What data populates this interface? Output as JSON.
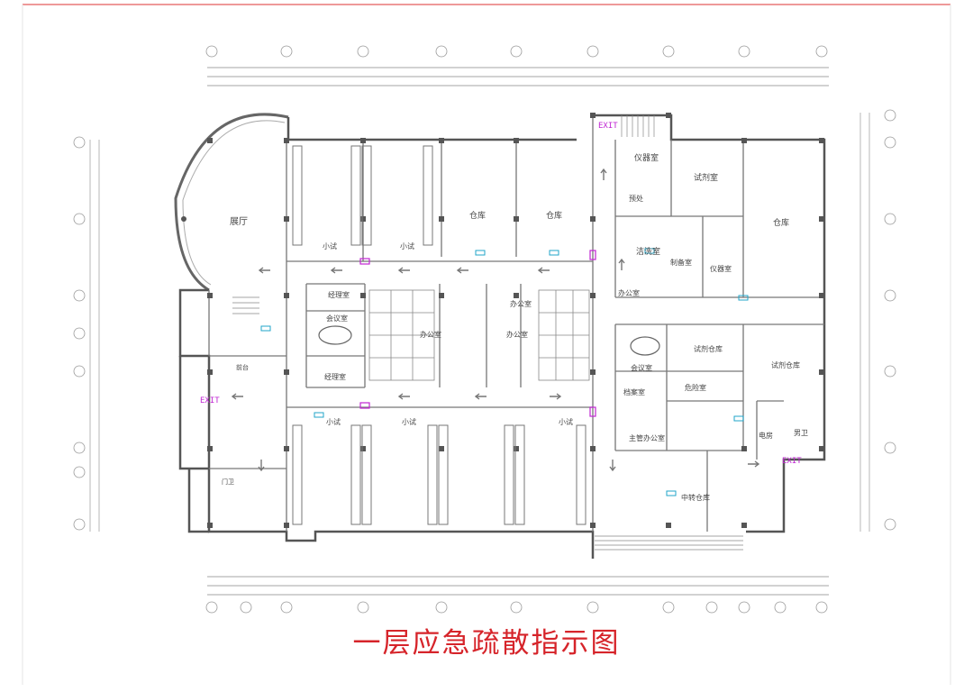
{
  "plan": {
    "title": "一层应急疏散指示图",
    "exit_label": "EXIT",
    "colors": {
      "exit": "#c026d3",
      "title": "#d6242a",
      "border": "#d33",
      "wall": "#555",
      "line": "#777",
      "sign": "#22a6c9"
    },
    "rooms": {
      "hall": "展厅",
      "warehouse_a": "仓库",
      "warehouse_b": "仓库",
      "instrument": "仪器室",
      "reagent": "试剂室",
      "pretreat": "预处",
      "cleaning": "洁洗室",
      "prep": "制备室",
      "instrument2": "仪器室",
      "office_right": "办公室",
      "warehouse_c": "仓库",
      "reagent_store": "试剂仓库",
      "reagent_store2": "试剂仓库",
      "meeting_right": "会议室",
      "archive": "档案室",
      "hazard": "危险室",
      "supervisor": "主管办公室",
      "electric": "电房",
      "restroom": "男卫",
      "central_store": "中转仓库",
      "lab_a": "小试",
      "lab_b": "小试",
      "lab_c": "小试",
      "lab_d": "小试",
      "lab_e": "小试",
      "manager_a": "经理室",
      "manager_b": "经理室",
      "meeting_left": "会议室",
      "office_a": "办公室",
      "office_b": "办公室",
      "office_c": "办公室",
      "lobby": "前台",
      "security": "门卫"
    }
  }
}
